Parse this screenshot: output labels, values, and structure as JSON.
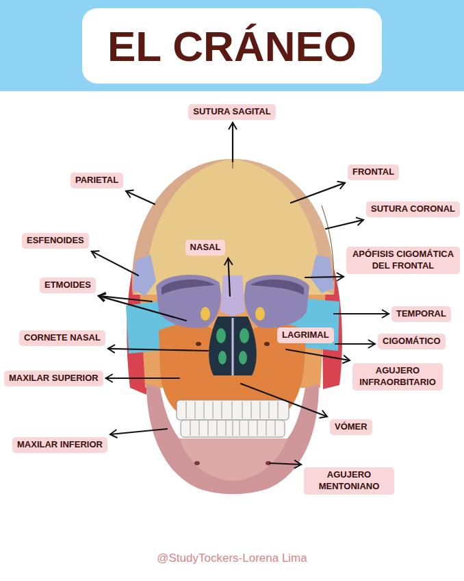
{
  "diagram": {
    "title": "EL CRÁNEO",
    "nodes": [
      {
        "text": [
          "SUTURA SAGITAL"
        ]
      },
      {
        "text": [
          "PARIETAL"
        ]
      },
      {
        "text": [
          "FRONTAL"
        ]
      },
      {
        "text": [
          "SUTURA CORONAL"
        ]
      },
      {
        "text": [
          "ESFENOIDES"
        ]
      },
      {
        "text": [
          "NASAL"
        ]
      },
      {
        "text": [
          "APÓFISIS CIGOMÁTICA DEL FRONTAL"
        ]
      },
      {
        "text": [
          "ETMOIDES"
        ]
      },
      {
        "text": [
          "TEMPORAL"
        ]
      },
      {
        "text": [
          "CORNETE NASAL"
        ]
      },
      {
        "text": [
          "LAGRIMAL"
        ]
      },
      {
        "text": [
          "CIGOMÁTICO"
        ]
      },
      {
        "text": [
          "AGUJERO INFRAORBITARIO"
        ]
      },
      {
        "text": [
          "MAXILAR SUPERIOR"
        ]
      },
      {
        "text": [
          "VÓMER"
        ]
      },
      {
        "text": [
          "MAXILAR INFERIOR"
        ]
      },
      {
        "text": [
          "AGUJERO MENTONIANO"
        ]
      }
    ],
    "labels": [
      "@StudyTockers-Lorena Lima"
    ]
  }
}
